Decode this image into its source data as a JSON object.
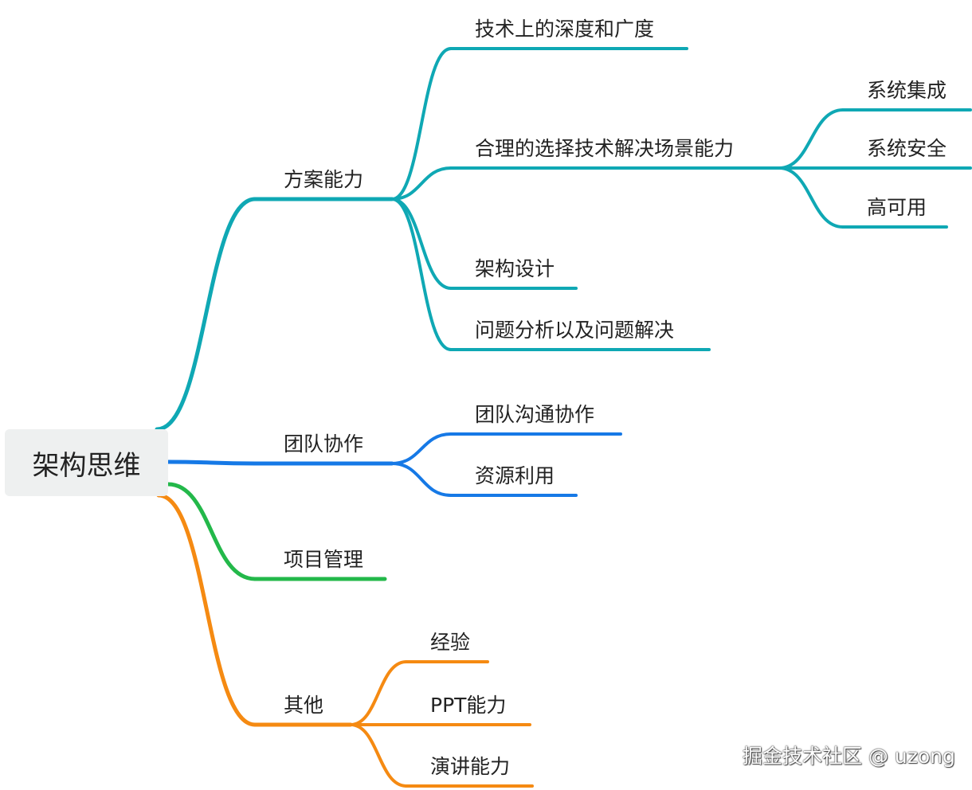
{
  "mindmap": {
    "root": "架构思维",
    "colors": {
      "teal": "#0fa8b4",
      "blue": "#1679e6",
      "green": "#23b84a",
      "orange": "#f58a12"
    },
    "branches": [
      {
        "label": "方案能力",
        "color": "teal",
        "children": [
          {
            "label": "技术上的深度和广度"
          },
          {
            "label": "合理的选择技术解决场景能力",
            "children": [
              {
                "label": "系统集成"
              },
              {
                "label": "系统安全"
              },
              {
                "label": "高可用"
              }
            ]
          },
          {
            "label": "架构设计"
          },
          {
            "label": "问题分析以及问题解决"
          }
        ]
      },
      {
        "label": "团队协作",
        "color": "blue",
        "children": [
          {
            "label": "团队沟通协作"
          },
          {
            "label": "资源利用"
          }
        ]
      },
      {
        "label": "项目管理",
        "color": "green",
        "children": []
      },
      {
        "label": "其他",
        "color": "orange",
        "children": [
          {
            "label": "经验"
          },
          {
            "label": "PPT能力"
          },
          {
            "label": "演讲能力"
          }
        ]
      }
    ]
  },
  "watermark": "掘金技术社区 @ uzong"
}
